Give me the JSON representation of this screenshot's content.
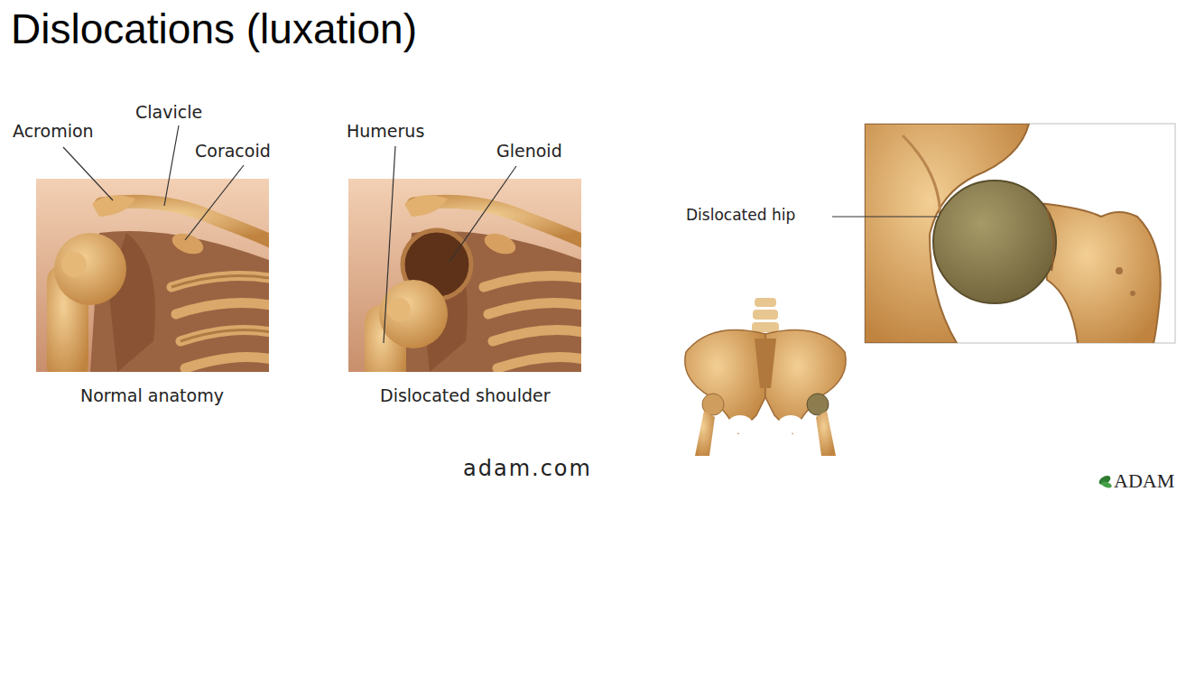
{
  "diagram": {
    "title": "Dislocations (luxation)",
    "labels": [
      "Acromion",
      "Clavicle",
      "Coracoid",
      "Normal anatomy",
      "Humerus",
      "Glenoid",
      "Dislocated shoulder",
      "adam.com",
      "Dislocated hip",
      "ADAM"
    ]
  }
}
